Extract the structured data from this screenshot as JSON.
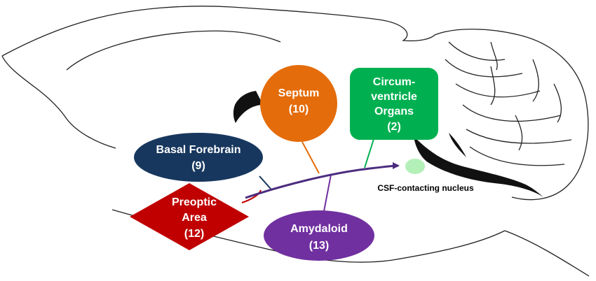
{
  "nodes": {
    "septum": {
      "name": "Septum",
      "count": "(10)",
      "color": "#E46C0A"
    },
    "cvo": {
      "line1": "Circum-",
      "line2": "ventricle",
      "line3": "Organs",
      "count": "(2)",
      "color": "#00B050"
    },
    "basal_forebrain": {
      "name": "Basal Forebrain",
      "count": "(9)",
      "color": "#17375E"
    },
    "preoptic": {
      "line1": "Preoptic",
      "line2": "Area",
      "count": "(12)",
      "color": "#C00000"
    },
    "amygdaloid": {
      "name": "Amydaloid",
      "count": "(13)",
      "color": "#7030A0"
    }
  },
  "target": {
    "label": "CSF-contacting nucleus",
    "color": "#B3F0B8"
  },
  "arrow_color": "#4B2C7F"
}
